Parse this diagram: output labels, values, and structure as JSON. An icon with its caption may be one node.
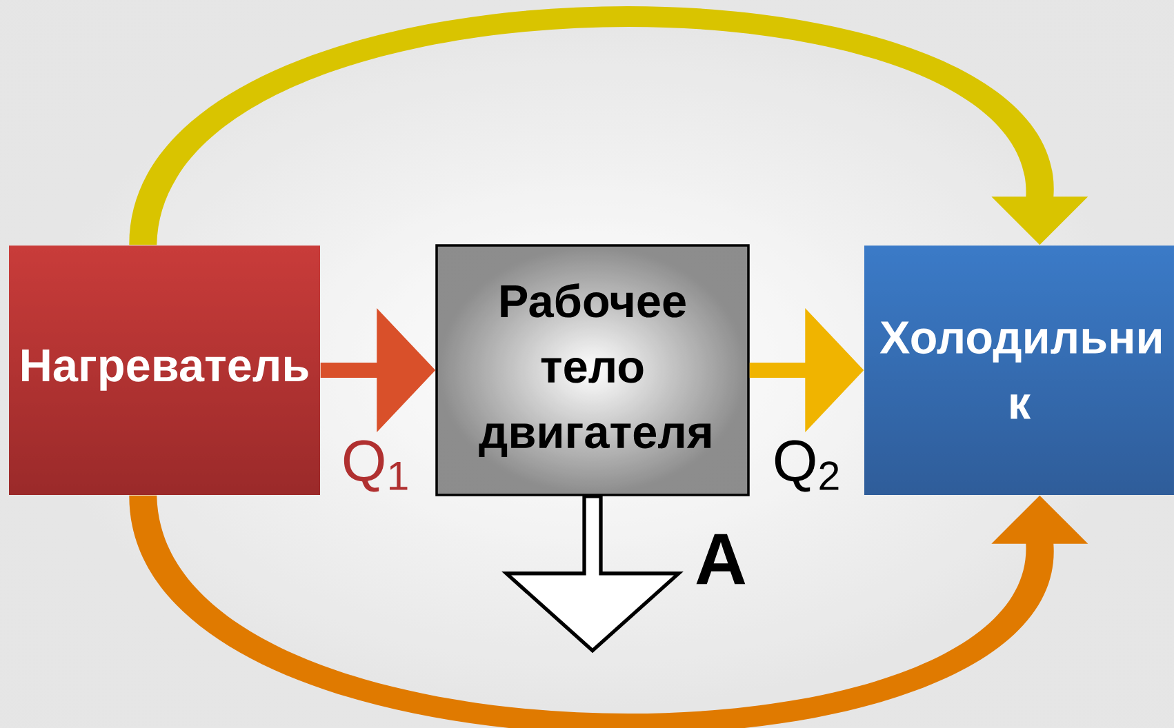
{
  "diagram": {
    "nodes": [
      {
        "text": [
          "Нагреватель"
        ]
      },
      {
        "text": [
          "Рабочее тело двигателя"
        ]
      },
      {
        "text": [
          "Холодильни к"
        ]
      }
    ],
    "edges": [
      {
        "from": 0,
        "to": 1,
        "arrow": "to",
        "label": "Q$_{1}$",
        "color": "#d9502a"
      },
      {
        "from": 1,
        "to": 2,
        "arrow": "to",
        "label": "Q$_{2}$",
        "color": "#f0b400"
      },
      {
        "from": 1,
        "to": null,
        "arrow": "to",
        "label": "A",
        "color": "#000000"
      },
      {
        "from": 0,
        "to": 2,
        "arrow": "to",
        "color": "#d9c400"
      },
      {
        "from": 0,
        "to": 2,
        "arrow": "to",
        "color": "#e07a00"
      }
    ]
  }
}
